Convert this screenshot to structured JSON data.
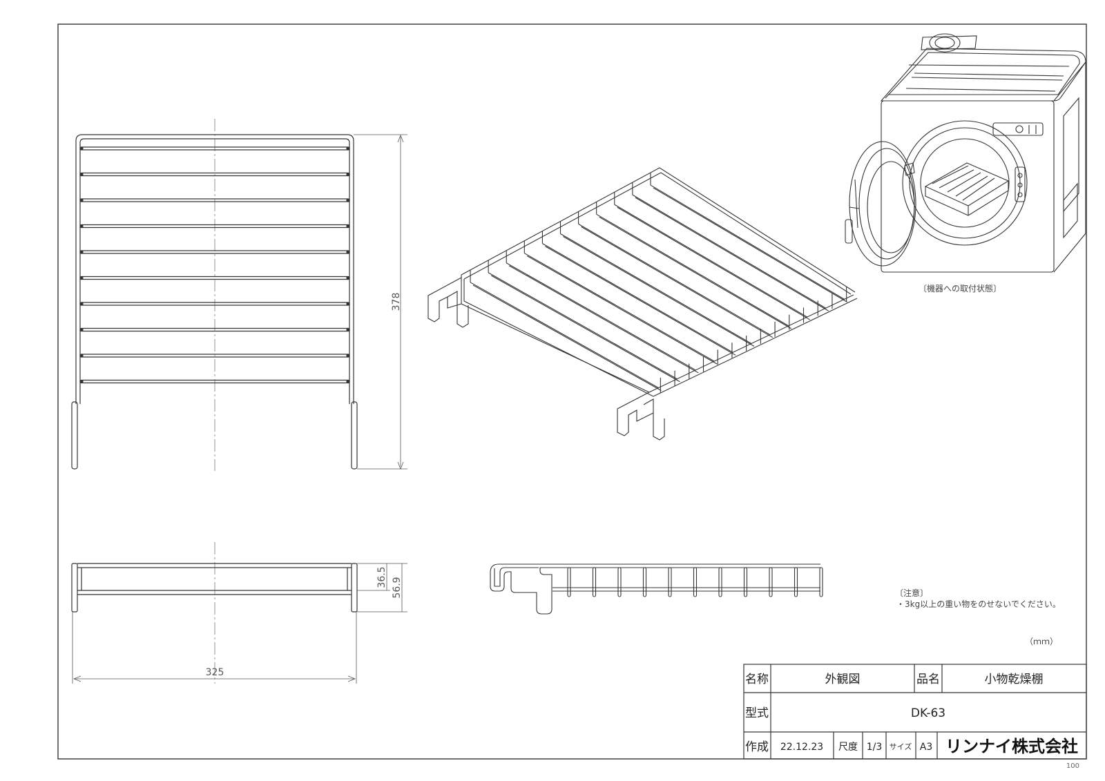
{
  "dimensions": {
    "height_front": "378",
    "width": "325",
    "depth_inner": "36.5",
    "depth_outer": "56.9"
  },
  "caption_installed": "〔機器への取付状態〕",
  "notes": {
    "heading": "〔注意〕",
    "line1": "・3kg以上の重い物をのせないでください。",
    "unit": "（ｍｍ）"
  },
  "title_block": {
    "name_label": "名称",
    "name_value": "外観図",
    "product_label": "品名",
    "product_value": "小物乾燥棚",
    "model_label": "型式",
    "model_value": "DK-63",
    "made_label": "作成",
    "made_date": "22.12.23",
    "scale_label": "尺度",
    "scale_value": "1/3",
    "size_label": "サイズ",
    "size_value": "A3",
    "company": "リンナイ株式会社"
  },
  "page_number": "100"
}
